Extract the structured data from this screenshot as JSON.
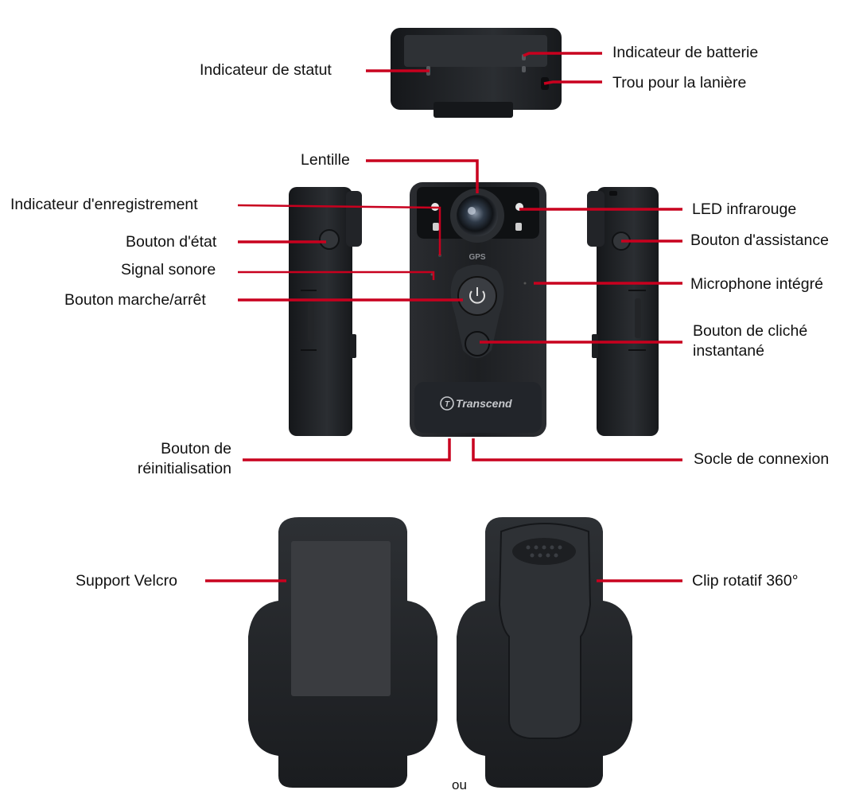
{
  "colors": {
    "leader_line": "#c8001e",
    "device_body": "#1b1d20",
    "device_edge": "#3a3d42",
    "background": "#ffffff"
  },
  "labels": {
    "status_indicator": "Indicateur de statut",
    "battery_indicator": "Indicateur de batterie",
    "lanyard_hole": "Trou pour la lanière",
    "lens": "Lentille",
    "recording_indicator": "Indicateur d'enregistrement",
    "status_button": "Bouton d'état",
    "buzzer": "Signal sonore",
    "power_button": "Bouton marche/arrêt",
    "infrared_led": "LED infrarouge",
    "assist_button": "Bouton d'assistance",
    "microphone": "Microphone intégré",
    "snapshot_button_line1": "Bouton de cliché",
    "snapshot_button_line2": "instantané",
    "reset_button_line1": "Bouton de",
    "reset_button_line2": "réinitialisation",
    "dock_connector": "Socle de connexion",
    "velcro_mount": "Support Velcro",
    "rotating_clip": "Clip rotatif 360°",
    "or": "ou"
  },
  "device_markings": {
    "gps": "GPS",
    "brand": "Transcend",
    "brand_mark": "T"
  },
  "icons": {
    "power": "power-icon"
  }
}
